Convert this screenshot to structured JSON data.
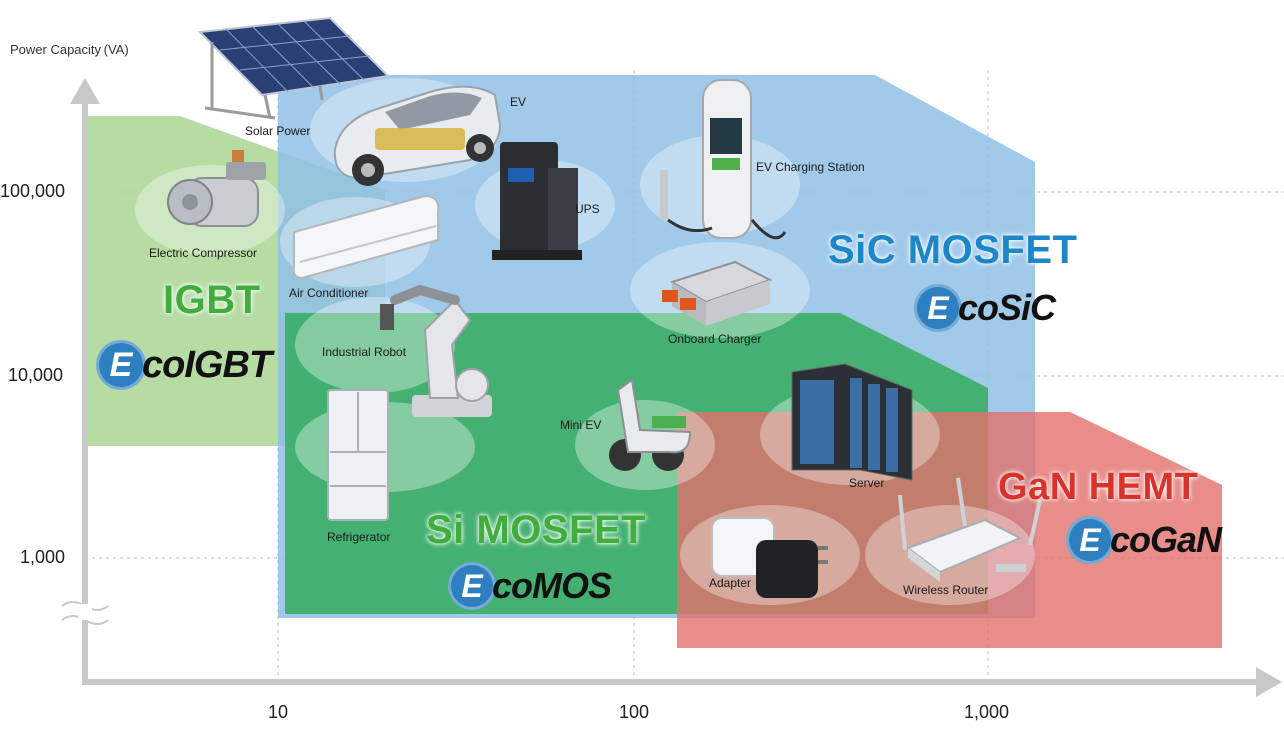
{
  "axis": {
    "y_title": "Power Capacity (VA)",
    "y_ticks": [
      "100,000",
      "10,000",
      "1,000"
    ],
    "x_ticks": [
      "10",
      "100",
      "1,000"
    ]
  },
  "technologies": {
    "igbt": {
      "name": "IGBT",
      "brand_letter": "E",
      "brand_rest": "coIGBT"
    },
    "si": {
      "name": "Si MOSFET",
      "brand_letter": "E",
      "brand_rest": "coMOS"
    },
    "sic": {
      "name": "SiC MOSFET",
      "brand_letter": "E",
      "brand_rest": "coSiC"
    },
    "gan": {
      "name": "GaN HEMT",
      "brand_letter": "E",
      "brand_rest": "coGaN"
    }
  },
  "applications": {
    "solar_power": "Solar Power",
    "ev": "EV",
    "electric_compressor": "Electric Compressor",
    "ups": "UPS",
    "ev_charging_station": "EV Charging Station",
    "air_conditioner": "Air Conditioner",
    "industrial_robot": "Industrial Robot",
    "onboard_charger": "Onboard Charger",
    "mini_ev": "Mini EV",
    "refrigerator": "Refrigerator",
    "server": "Server",
    "adapter": "Adapter",
    "wireless_router": "Wireless Router"
  },
  "colors": {
    "igbt_region": "#a9d694",
    "sic_region": "#8fbfe6",
    "si_region": "#37ad61",
    "gan_region": "#e2716b",
    "igbt_text": "#3fae3d",
    "sic_text": "#1d86c8",
    "si_text": "#3fae3d",
    "gan_text": "#d8322a",
    "brand_badge": "#2d7fc0",
    "axis": "#c8c8c8"
  }
}
